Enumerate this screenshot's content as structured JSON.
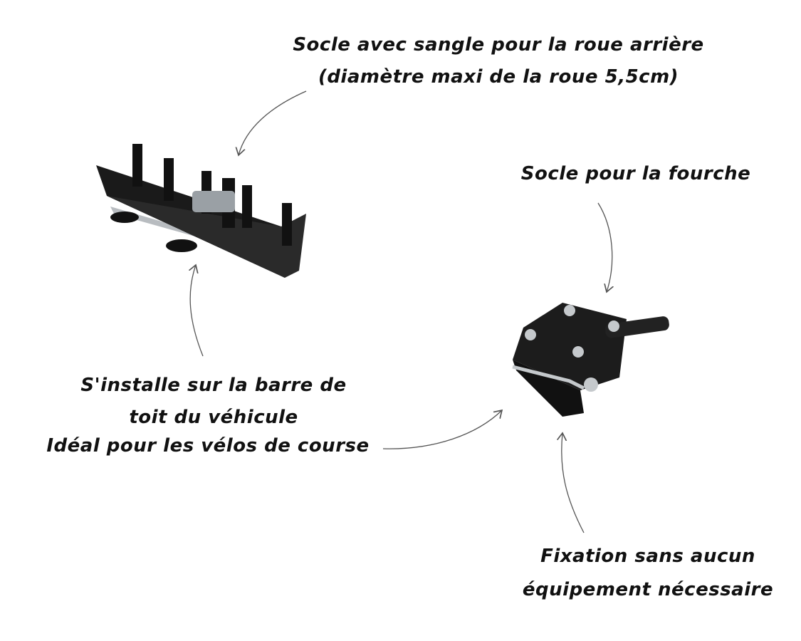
{
  "labels": {
    "rear_wheel_line1": "Socle avec sangle pour la roue arrière",
    "rear_wheel_line2": "(diamètre maxi de la roue 5,5cm)",
    "fork": "Socle pour la fourche",
    "install_line1": "S'installe sur la barre de",
    "install_line2": "toit du véhicule",
    "install_line3": "Idéal pour les vélos de course",
    "fixation_line1": "Fixation sans aucun",
    "fixation_line2": "équipement nécessaire"
  },
  "colors": {
    "text": "#111111",
    "product": "#1a1a1a",
    "metal": "#b8bcc0",
    "arrow": "#555555"
  }
}
